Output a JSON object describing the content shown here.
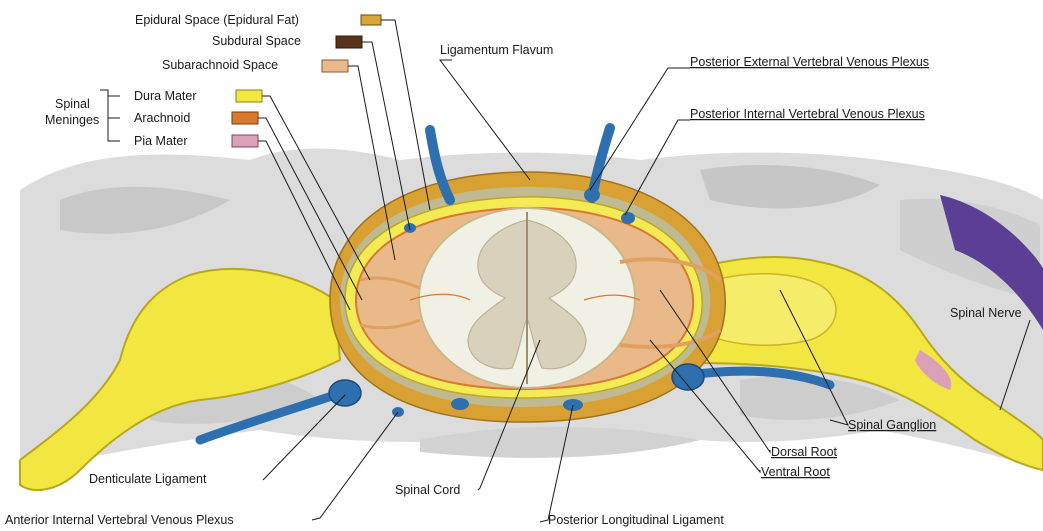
{
  "labels": {
    "epidural_space": "Epidural Space (Epidural Fat)",
    "subdural_space": "Subdural Space",
    "subarachnoid_space": "Subarachnoid Space",
    "spinal_meninges": [
      "Spinal",
      "Meninges"
    ],
    "dura_mater": "Dura Mater",
    "arachnoid": "Arachnoid",
    "pia_mater": "Pia Mater",
    "ligamentum_flavum": "Ligamentum Flavum",
    "posterior_external_plexus": "Posterior External Vertebral Venous Plexus",
    "posterior_internal_plexus": "Posterior Internal Vertebral Venous Plexus",
    "spinal_nerve": "Spinal Nerve",
    "spinal_ganglion": "Spinal Ganglion",
    "dorsal_root": "Dorsal Root",
    "ventral_root": "Ventral Root",
    "denticulate_ligament": "Denticulate Ligament",
    "spinal_cord": "Spinal Cord",
    "anterior_internal_plexus": "Anterior Internal Vertebral Venous Plexus",
    "posterior_longitudinal_ligament": "Posterior Longitudinal Ligament"
  },
  "swatch_colors": {
    "epidural": "#d9a63a",
    "subdural": "#5a3418",
    "subarachnoid": "#e9b98a",
    "dura": "#f2e640",
    "arachnoid": "#d9792e",
    "pia": "#d9a0b8"
  },
  "tissue_colors": {
    "bone": "#dcdcdc",
    "dura": "#f4ea54",
    "fat": "#d9a134",
    "vein": "#2e6fb0",
    "ligament": "#a9cfe0",
    "gray_matter": "#d8d2bc",
    "white_matter": "#f1f0e4",
    "accent": "#5b3f94"
  }
}
